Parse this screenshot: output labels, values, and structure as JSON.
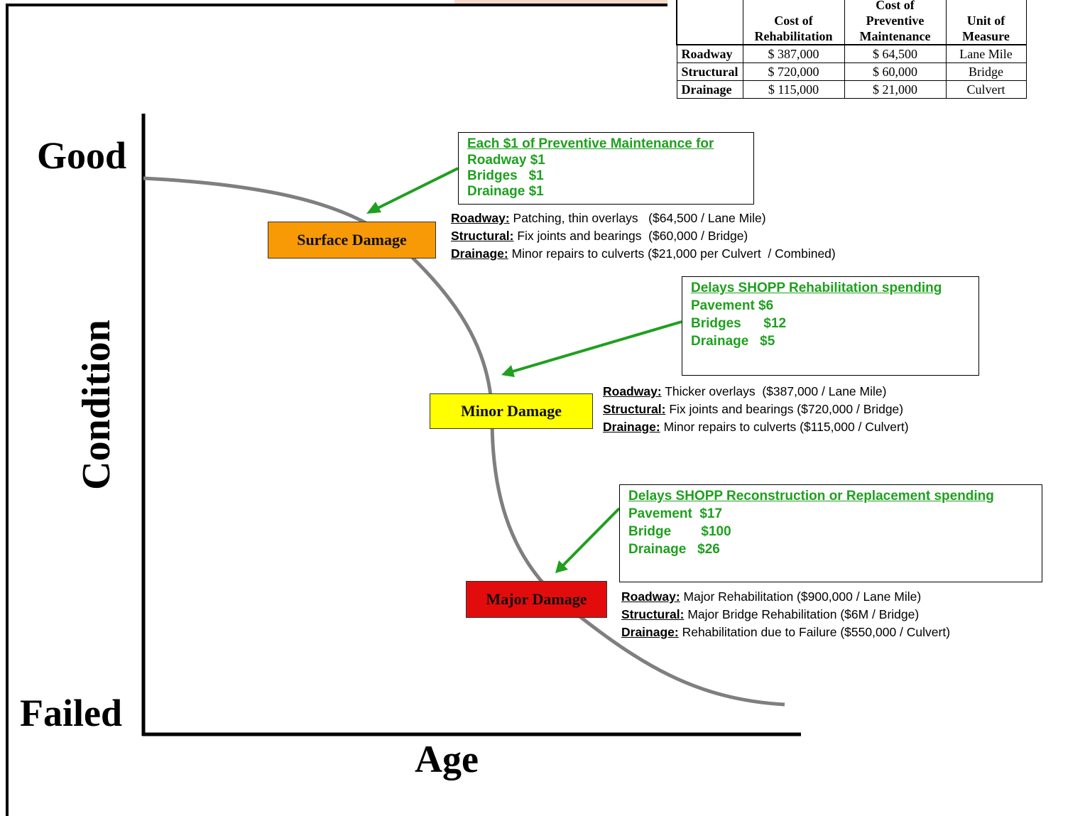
{
  "table": {
    "headers": [
      "",
      "Cost of Rehabilitation",
      "Cost of Preventive Maintenance",
      "Unit of Measure"
    ],
    "rows": [
      {
        "label": "Roadway",
        "rehab": "$ 387,000",
        "pm": "$ 64,500",
        "unit": "Lane Mile"
      },
      {
        "label": "Structural",
        "rehab": "$ 720,000",
        "pm": "$ 60,000",
        "unit": "Bridge"
      },
      {
        "label": "Drainage",
        "rehab": "$ 115,000",
        "pm": "$ 21,000",
        "unit": "Culvert"
      }
    ]
  },
  "axes": {
    "y_top": "Good",
    "y_bottom": "Failed",
    "y_label": "Condition",
    "x_label": "Age"
  },
  "stages": {
    "surface": "Surface Damage",
    "minor": "Minor  Damage",
    "major": "Major  Damage"
  },
  "callouts": {
    "pm": {
      "title": "Each $1 of Preventive Maintenance for",
      "lines": [
        "Roadway $1",
        "Bridges   $1",
        "Drainage $1"
      ]
    },
    "rehab": {
      "title": "Delays SHOPP Rehabilitation spending",
      "lines": [
        "Pavement $6",
        "Bridges      $12",
        "Drainage   $5"
      ]
    },
    "recon": {
      "title": "Delays SHOPP Reconstruction or Replacement spending",
      "lines": [
        "Pavement  $17",
        "Bridge        $100",
        "Drainage   $26"
      ]
    }
  },
  "descriptions": {
    "surface": [
      {
        "label": "Roadway:",
        "text": " Patching, thin overlays   ($64,500 / Lane Mile)"
      },
      {
        "label": "Structural:",
        "text": " Fix joints and bearings  ($60,000 / Bridge)"
      },
      {
        "label": "Drainage:",
        "text": " Minor repairs to culverts ($21,000 per Culvert  / Combined)"
      }
    ],
    "minor": [
      {
        "label": "Roadway:",
        "text": " Thicker overlays  ($387,000 / Lane Mile)"
      },
      {
        "label": "Structural:",
        "text": " Fix joints and bearings ($720,000 / Bridge)"
      },
      {
        "label": "Drainage:",
        "text": " Minor repairs to culverts ($115,000 / Culvert)"
      }
    ],
    "major": [
      {
        "label": "Roadway:",
        "text": " Major Rehabilitation ($900,000 / Lane Mile)"
      },
      {
        "label": "Structural:",
        "text": " Major Bridge Rehabilitation ($6M / Bridge)"
      },
      {
        "label": "Drainage:",
        "text": " Rehabilitation due to Failure ($550,000 / Culvert)"
      }
    ]
  },
  "colors": {
    "surface": "#f79a06",
    "minor": "#ffff00",
    "major": "#e30c0c",
    "callout_text": "#1fa01f",
    "arrow": "#1fa01f",
    "curve": "#7f7f7f",
    "money": "#7cbf5a"
  },
  "icons": [
    "money-stack-icon"
  ]
}
